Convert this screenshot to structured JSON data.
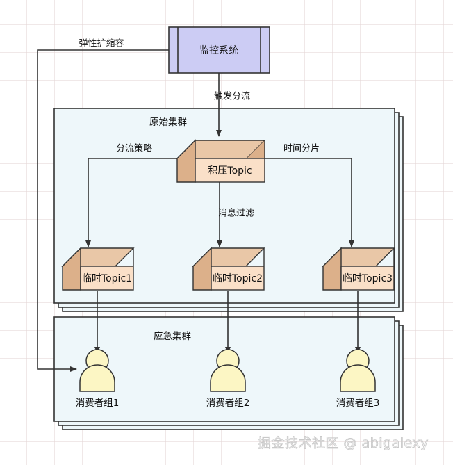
{
  "diagram": {
    "monitor": {
      "label": "监控系统"
    },
    "edges": {
      "scale": "弹性扩缩容",
      "trigger": "触发分流",
      "split_policy": "分流策略",
      "time_shard": "时间分片",
      "msg_filter": "消息过滤"
    },
    "groups": {
      "origin_cluster": "原始集群",
      "emergency_cluster": "应急集群"
    },
    "topics": {
      "backlog": "积压Topic",
      "temp1": "临时Topic1",
      "temp2": "临时Topic2",
      "temp3": "临时Topic3"
    },
    "consumers": {
      "group1": "消费者组1",
      "group2": "消费者组2",
      "group3": "消费者组3"
    },
    "watermark": "掘金技术社区 @ abigalexy",
    "colors": {
      "monitor_fill": "#ccccf4",
      "cluster_fill": "#eef7fa",
      "cube_front": "#fae0c8",
      "cube_top": "#e9c7a7",
      "cube_side": "#dcb08a",
      "actor_fill": "#fcf6c4",
      "stroke": "#333333",
      "watermark": "#c9c9c9"
    }
  }
}
